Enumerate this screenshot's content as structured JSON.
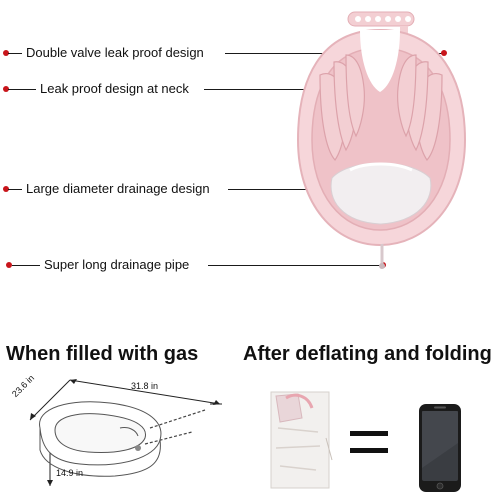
{
  "callouts": [
    {
      "label": "Double valve leak proof design"
    },
    {
      "label": "Leak proof design at neck"
    },
    {
      "label": "Large diameter drainage design"
    },
    {
      "label": "Super long drainage pipe"
    }
  ],
  "sections": {
    "filled": {
      "title": "When filled with gas"
    },
    "folded": {
      "title": "After deflating and folding"
    }
  },
  "dimensions": {
    "length": "31.8 in",
    "width": "23.6 in",
    "height": "14.9 in"
  },
  "colors": {
    "basin": "#f3cfd3",
    "basin_dark": "#e3aeb5",
    "callout_dot": "#c8151b"
  }
}
